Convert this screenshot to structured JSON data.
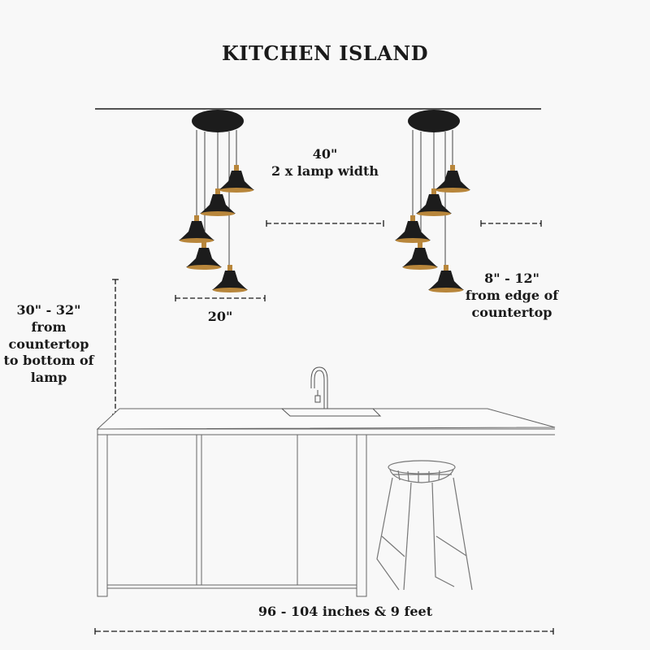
{
  "title": "KITCHEN ISLAND",
  "annotations": {
    "lamp_spacing": {
      "value": "40\"",
      "note": "2 x lamp width"
    },
    "lamp_width": {
      "value": "20\""
    },
    "edge_offset": {
      "value": "8\" - 12\"",
      "line2": "from edge of",
      "line3": "countertop"
    },
    "hanging_height": {
      "value": "30\" - 32\"",
      "line2": "from",
      "line3": "countertop",
      "line4": "to bottom of",
      "line5": "lamp"
    },
    "island_length": {
      "value": "96 - 104 inches & 9 feet"
    }
  },
  "fixtures": [
    {
      "name": "left pendant cluster",
      "shades": 5
    },
    {
      "name": "right pendant cluster",
      "shades": 5
    }
  ],
  "colors": {
    "background": "#f8f8f8",
    "line": "#555555",
    "ink": "#1a1a1a",
    "shade_outer": "#1c1c1c",
    "shade_inner": "#b8863b"
  }
}
